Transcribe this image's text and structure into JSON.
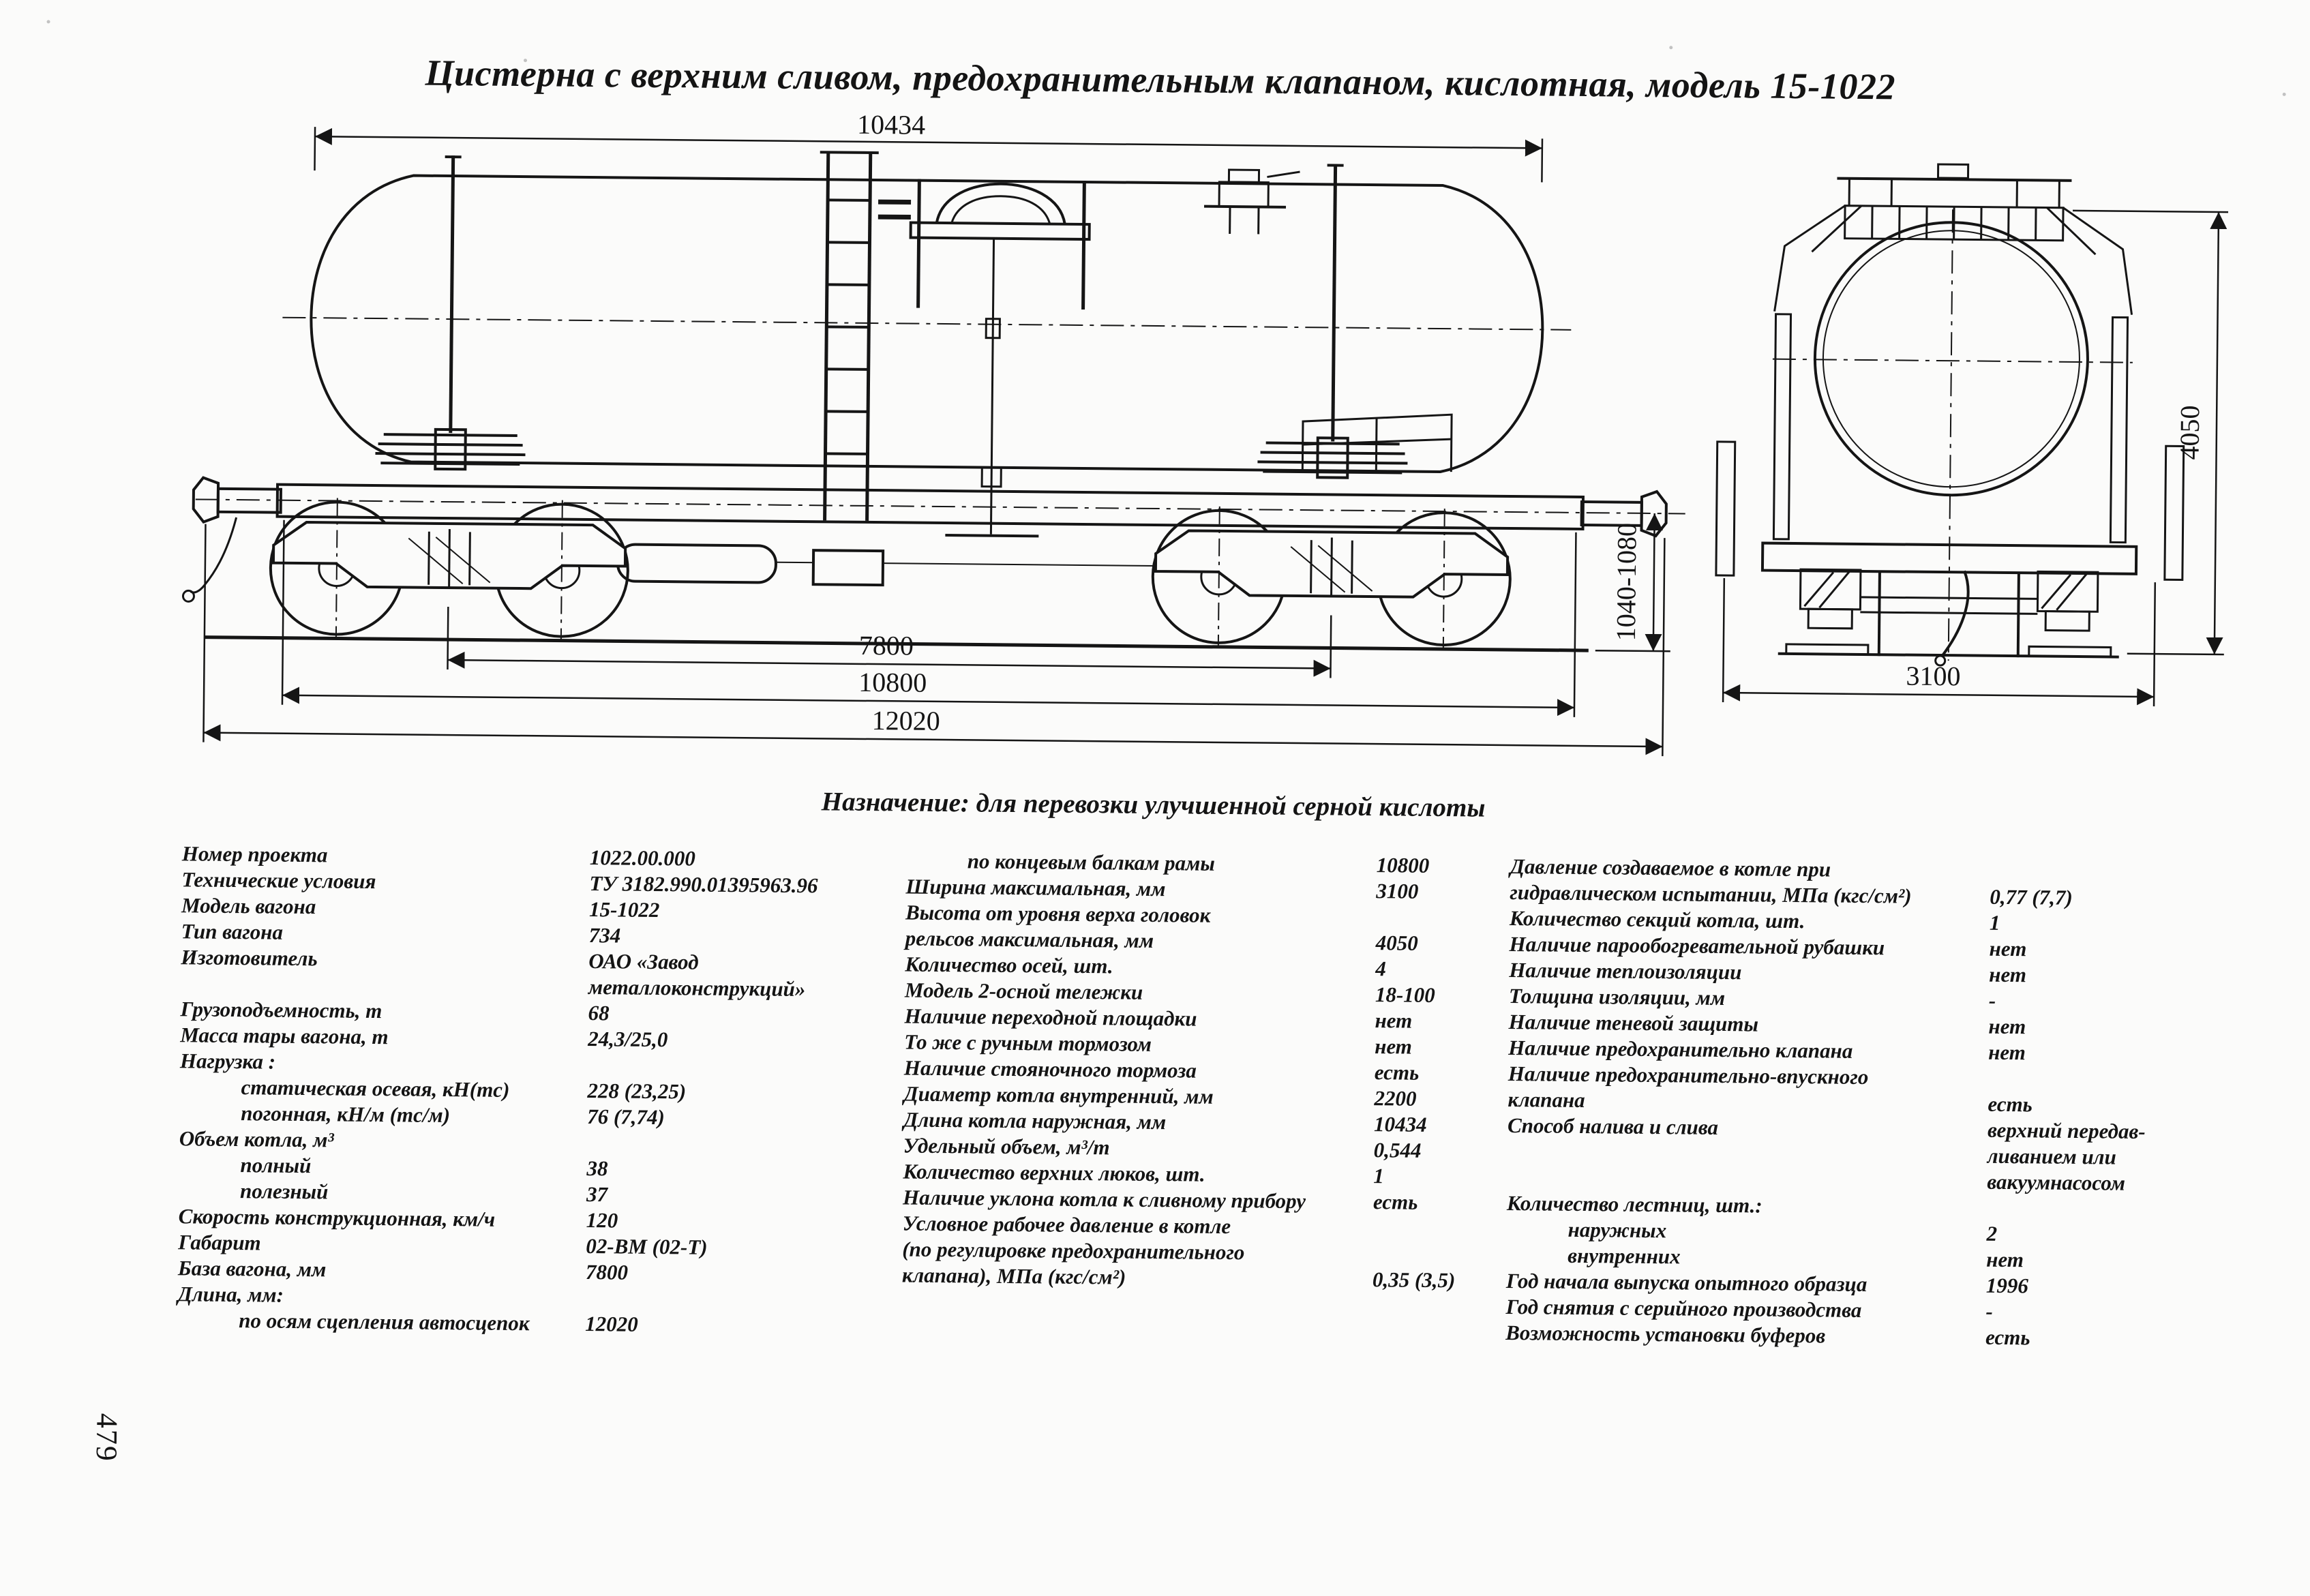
{
  "page": {
    "title": "Цистерна с верхним сливом, предохранительным клапаном, кислотная, модель 15-1022",
    "purpose": "Назначение: для перевозки улучшенной серной кислоты",
    "page_number": "479"
  },
  "drawing": {
    "dimensions": {
      "tank_length": "10434",
      "coupler_axis_height": "1040-1080",
      "bogie_base": "7800",
      "frame_length": "10800",
      "coupler_length": "12020",
      "end_height": "4050",
      "end_width": "3100"
    }
  },
  "specs": {
    "col1": {
      "rows": [
        {
          "label": "Номер проекта",
          "value": "1022.00.000"
        },
        {
          "label": "Технические условия",
          "value": "ТУ 3182.990.01395963.96"
        },
        {
          "label": "Модель вагона",
          "value": "15-1022"
        },
        {
          "label": "Тип вагона",
          "value": "734"
        },
        {
          "label": "Изготовитель",
          "value": "ОАО «Завод"
        },
        {
          "label": "",
          "value": "металлоконструкций»"
        },
        {
          "label": "Грузоподъемность, т",
          "value": "68"
        },
        {
          "label": "Масса тары вагона, т",
          "value": "24,3/25,0"
        },
        {
          "label": "Нагрузка :",
          "value": ""
        },
        {
          "label": "статическая осевая, кН(тс)",
          "value": "228 (23,25)"
        },
        {
          "label": "погонная, кН/м (тс/м)",
          "value": "76 (7,74)"
        },
        {
          "label": "Объем котла, м³",
          "value": ""
        },
        {
          "label": "полный",
          "value": "38"
        },
        {
          "label": "полезный",
          "value": "37"
        },
        {
          "label": "Скорость конструкционная, км/ч",
          "value": "120"
        },
        {
          "label": "Габарит",
          "value": "02-ВМ (02-Т)"
        },
        {
          "label": "База вагона, мм",
          "value": "7800"
        },
        {
          "label": "Длина, мм:",
          "value": ""
        },
        {
          "label": "по осям сцепления автосцепок",
          "value": "12020"
        }
      ]
    },
    "col2": {
      "rows": [
        {
          "label": "по концевым балкам рамы",
          "value": "10800"
        },
        {
          "label": "Ширина максимальная, мм",
          "value": "3100"
        },
        {
          "label": "Высота от уровня верха головок",
          "value": ""
        },
        {
          "label": "рельсов максимальная, мм",
          "value": "4050"
        },
        {
          "label": "Количество осей, шт.",
          "value": "4"
        },
        {
          "label": "Модель 2-осной тележки",
          "value": "18-100"
        },
        {
          "label": "Наличие переходной площадки",
          "value": "нет"
        },
        {
          "label": "То же с ручным тормозом",
          "value": "нет"
        },
        {
          "label": "Наличие стояночного тормоза",
          "value": "есть"
        },
        {
          "label": "Диаметр котла внутренний, мм",
          "value": "2200"
        },
        {
          "label": "Длина котла наружная, мм",
          "value": "10434"
        },
        {
          "label": "Удельный объем, м³/т",
          "value": "0,544"
        },
        {
          "label": "Количество верхних люков, шт.",
          "value": "1"
        },
        {
          "label": "Наличие уклона котла к сливному прибору",
          "value": "есть"
        },
        {
          "label": "Условное рабочее давление в котле",
          "value": ""
        },
        {
          "label": "(по регулировке предохранительного",
          "value": ""
        },
        {
          "label": "клапана), МПа (кгс/см²)",
          "value": "0,35 (3,5)"
        }
      ]
    },
    "col3": {
      "rows": [
        {
          "label": "Давление создаваемое в котле при",
          "value": ""
        },
        {
          "label": "гидравлическом испытании, МПа (кгс/см²)",
          "value": "0,77 (7,7)"
        },
        {
          "label": "Количество секций котла, шт.",
          "value": "1"
        },
        {
          "label": "Наличие парообогревательной рубашки",
          "value": "нет"
        },
        {
          "label": "Наличие теплоизоляции",
          "value": "нет"
        },
        {
          "label": "Толщина изоляции, мм",
          "value": "-"
        },
        {
          "label": "Наличие теневой защиты",
          "value": "нет"
        },
        {
          "label": "Наличие предохранительно клапана",
          "value": "нет"
        },
        {
          "label": "Наличие предохранительно-впускного",
          "value": ""
        },
        {
          "label": "клапана",
          "value": "есть"
        },
        {
          "label": "Способ налива и слива",
          "value": "верхний передав-"
        },
        {
          "label": "",
          "value": "ливанием или"
        },
        {
          "label": "",
          "value": "вакуумнасосом"
        },
        {
          "label": "Количество лестниц, шт.:",
          "value": ""
        },
        {
          "label": "наружных",
          "value": "2"
        },
        {
          "label": "внутренних",
          "value": "нет"
        },
        {
          "label": "Год начала выпуска опытного образца",
          "value": "1996"
        },
        {
          "label": "Год снятия с серийного производства",
          "value": "-"
        },
        {
          "label": "Возможность установки буферов",
          "value": "есть"
        }
      ]
    }
  }
}
